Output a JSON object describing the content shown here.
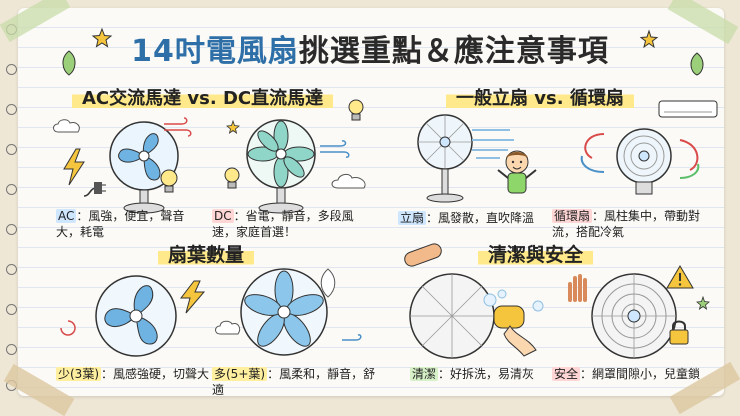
{
  "title": {
    "part1": "14吋電風扇",
    "part2": "挑選重點＆應注意事項"
  },
  "sections": [
    {
      "id": "motor",
      "heading": "AC交流馬達 vs. DC直流馬達"
    },
    {
      "id": "type",
      "heading": "一般立扇 vs. 循環扇"
    },
    {
      "id": "blades",
      "heading": "扇葉數量"
    },
    {
      "id": "clean",
      "heading": "清潔與安全"
    }
  ],
  "captions": {
    "ac": {
      "tag": "AC",
      "text": "：風強，便宜，聲音大，耗電"
    },
    "dc": {
      "tag": "DC",
      "text": "：省電，靜音，多段風速，家庭首選！"
    },
    "stand": {
      "tag": "立扇",
      "text": "：風發散，直吹降溫"
    },
    "circ": {
      "tag": "循環扇",
      "text": "：風柱集中，帶動對流，搭配冷氣"
    },
    "three": {
      "tag": "少(3葉)",
      "text": "：風感強硬，切聲大"
    },
    "five": {
      "tag": "多(5+葉)",
      "text": "：風柔和，靜音，舒適"
    },
    "cleaning": {
      "tag": "清潔",
      "text": "：好拆洗，易清灰"
    },
    "safety": {
      "tag": "安全",
      "text": "：網罩間隙小，兒童鎖"
    }
  },
  "colors": {
    "title_blue": "#2e6fa8",
    "fan_blue": "#6fb3e3",
    "fan_green": "#8fd6c8",
    "warn_yellow": "#f4c53d"
  },
  "icons": [
    "fan-icon",
    "lightning-icon",
    "plug-icon",
    "lightbulb-icon",
    "wind-icon",
    "cloud-icon",
    "air-conditioner-icon",
    "child-icon",
    "sponge-icon",
    "bubbles-icon",
    "warning-icon",
    "lock-icon",
    "hand-icon",
    "bandage-icon",
    "star-icon",
    "leaf-icon"
  ]
}
